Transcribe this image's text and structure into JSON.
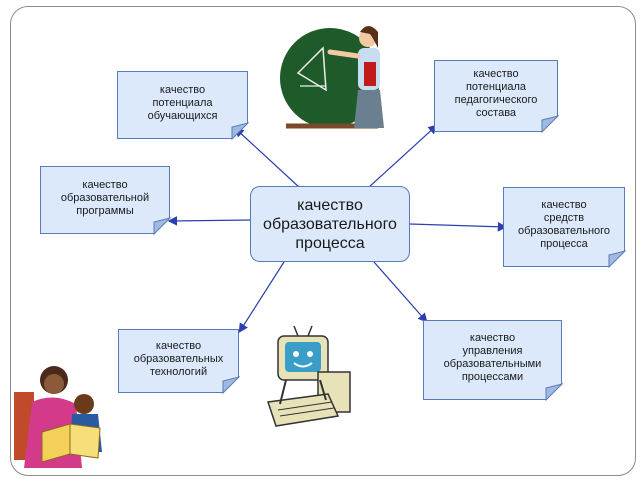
{
  "center": {
    "text": "качество\nобразовательного\nпроцесса"
  },
  "nodes": [
    {
      "id": "learners",
      "text": "качество\nпотенциала\nобучающихся"
    },
    {
      "id": "teachers",
      "text": "качество\nпотенциала\nпедагогического\nсостава"
    },
    {
      "id": "program",
      "text": "качество\nобразовательной\nпрограммы"
    },
    {
      "id": "means",
      "text": "качество\nсредств\nобразовательного\nпроцесса"
    },
    {
      "id": "technologies",
      "text": "качество\nобразовательных\nтехнологий"
    },
    {
      "id": "management",
      "text": "качество\nуправления\nобразовательными\nпроцессами"
    }
  ],
  "colors": {
    "box_fill": "#dbe9fb",
    "box_border": "#5b7bb8",
    "arrow": "#2a3fb0"
  },
  "illustrations": [
    "teacher-at-blackboard",
    "cartoon-computer",
    "parent-reading-with-child"
  ]
}
